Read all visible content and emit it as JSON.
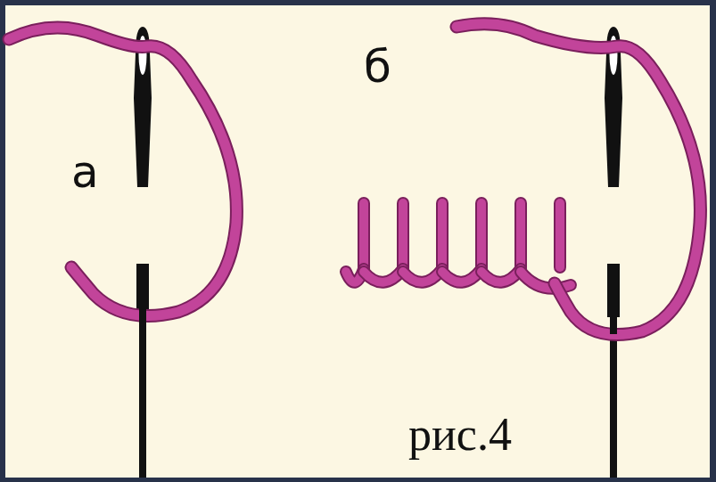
{
  "diagram": {
    "caption": "рис.4",
    "labels": [
      "а",
      "б"
    ]
  }
}
